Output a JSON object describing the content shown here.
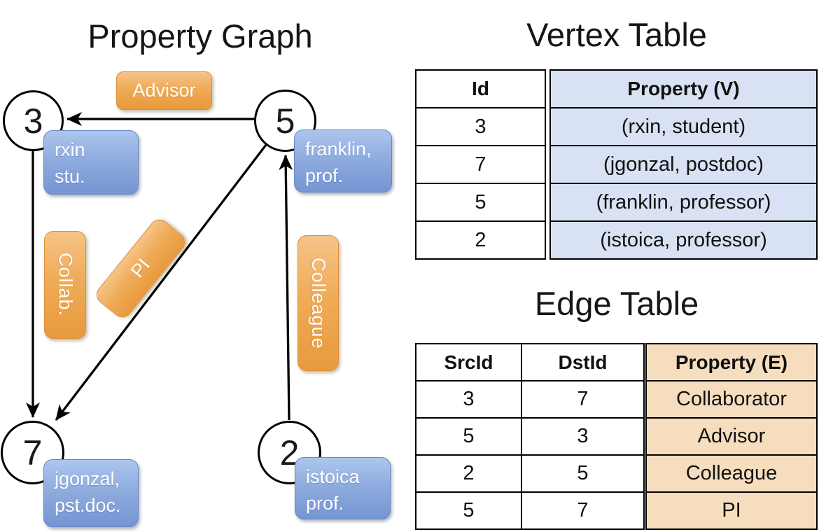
{
  "titles": {
    "graph": "Property Graph",
    "vertex_table": "Vertex Table",
    "edge_table": "Edge Table"
  },
  "graph": {
    "nodes": [
      {
        "id": "3",
        "label_lines": [
          "rxin",
          "stu."
        ]
      },
      {
        "id": "5",
        "label_lines": [
          "franklin,",
          "prof."
        ]
      },
      {
        "id": "7",
        "label_lines": [
          "jgonzal,",
          "pst.doc."
        ]
      },
      {
        "id": "2",
        "label_lines": [
          "istoica",
          "prof."
        ]
      }
    ],
    "edges": [
      {
        "src": "5",
        "dst": "3",
        "label": "Advisor"
      },
      {
        "src": "3",
        "dst": "7",
        "label": "Collab."
      },
      {
        "src": "5",
        "dst": "7",
        "label": "PI"
      },
      {
        "src": "2",
        "dst": "5",
        "label": "Colleague"
      }
    ]
  },
  "vertex_table": {
    "headers": {
      "id": "Id",
      "property": "Property (V)"
    },
    "rows": [
      {
        "id": "3",
        "property": "(rxin, student)"
      },
      {
        "id": "7",
        "property": "(jgonzal, postdoc)"
      },
      {
        "id": "5",
        "property": "(franklin, professor)"
      },
      {
        "id": "2",
        "property": "(istoica, professor)"
      }
    ]
  },
  "edge_table": {
    "headers": {
      "src": "SrcId",
      "dst": "DstId",
      "property": "Property (E)"
    },
    "rows": [
      {
        "src": "3",
        "dst": "7",
        "property": "Collaborator"
      },
      {
        "src": "5",
        "dst": "3",
        "property": "Advisor"
      },
      {
        "src": "2",
        "dst": "5",
        "property": "Colleague"
      },
      {
        "src": "5",
        "dst": "7",
        "property": "PI"
      }
    ]
  },
  "colors": {
    "edge_label_top": "#F6C388",
    "edge_label_bottom": "#E8993C",
    "edge_label_border": "#DC9038",
    "vertex_box_top": "#ACC6EE",
    "vertex_box_bottom": "#7595D3",
    "vertex_box_border": "#6787C4",
    "vertex_cell_bg": "#D9E2F4",
    "edge_cell_bg": "#F6DDBE",
    "line_color": "#000000",
    "text_on_fill": "#ffffff"
  }
}
